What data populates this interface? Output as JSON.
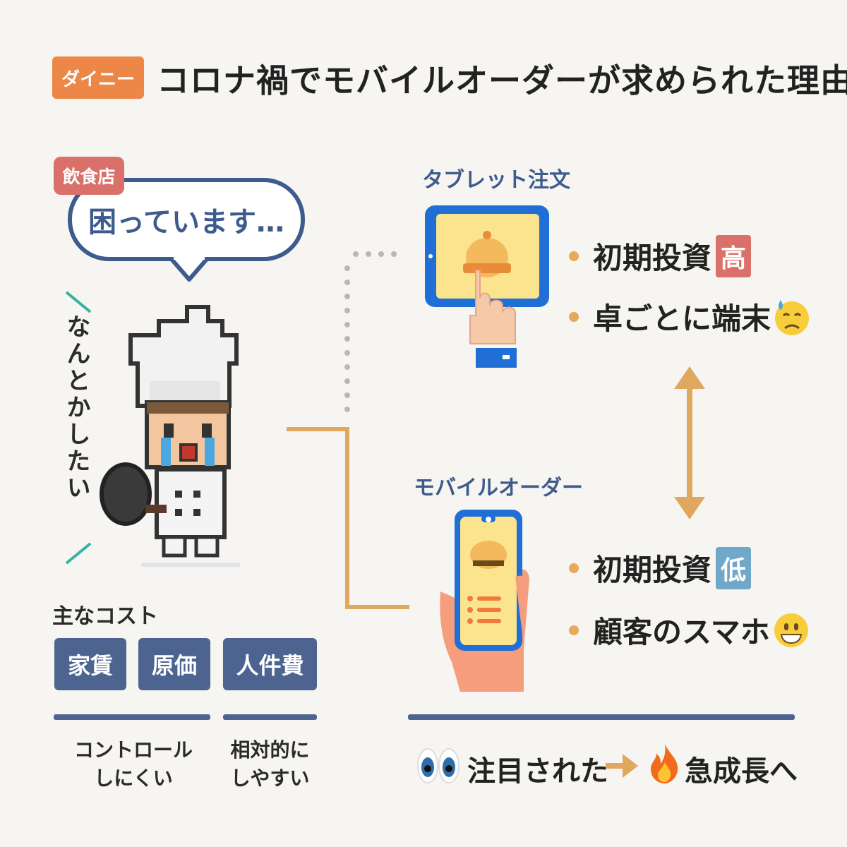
{
  "header": {
    "brand": "ダイニー",
    "title": "コロナ禍でモバイルオーダーが求められた理由"
  },
  "left": {
    "tag": "飲食店",
    "speech": "困っています…",
    "vertical_text": "なんとかしたい",
    "costs_label": "主なコスト",
    "costs": [
      "家賃",
      "原価",
      "人件費"
    ],
    "note_hard": "コントロール\nしにくい",
    "note_easy": "相対的に\nしやすい"
  },
  "tablet": {
    "label": "タブレット注文",
    "bullet1": "初期投資",
    "badge1": "高",
    "bullet2": "卓ごとに端末"
  },
  "mobile": {
    "label": "モバイルオーダー",
    "bullet1": "初期投資",
    "badge1": "低",
    "bullet2": "顧客のスマホ"
  },
  "footer": {
    "left": "注目された",
    "right": "急成長へ"
  },
  "colors": {
    "orange": "#ec8748",
    "navy": "#3d5b8d",
    "cost_blue": "#4d6491",
    "badge_red": "#d9706a",
    "badge_blue": "#6fa8c8",
    "line_tan": "#e0a85e"
  }
}
